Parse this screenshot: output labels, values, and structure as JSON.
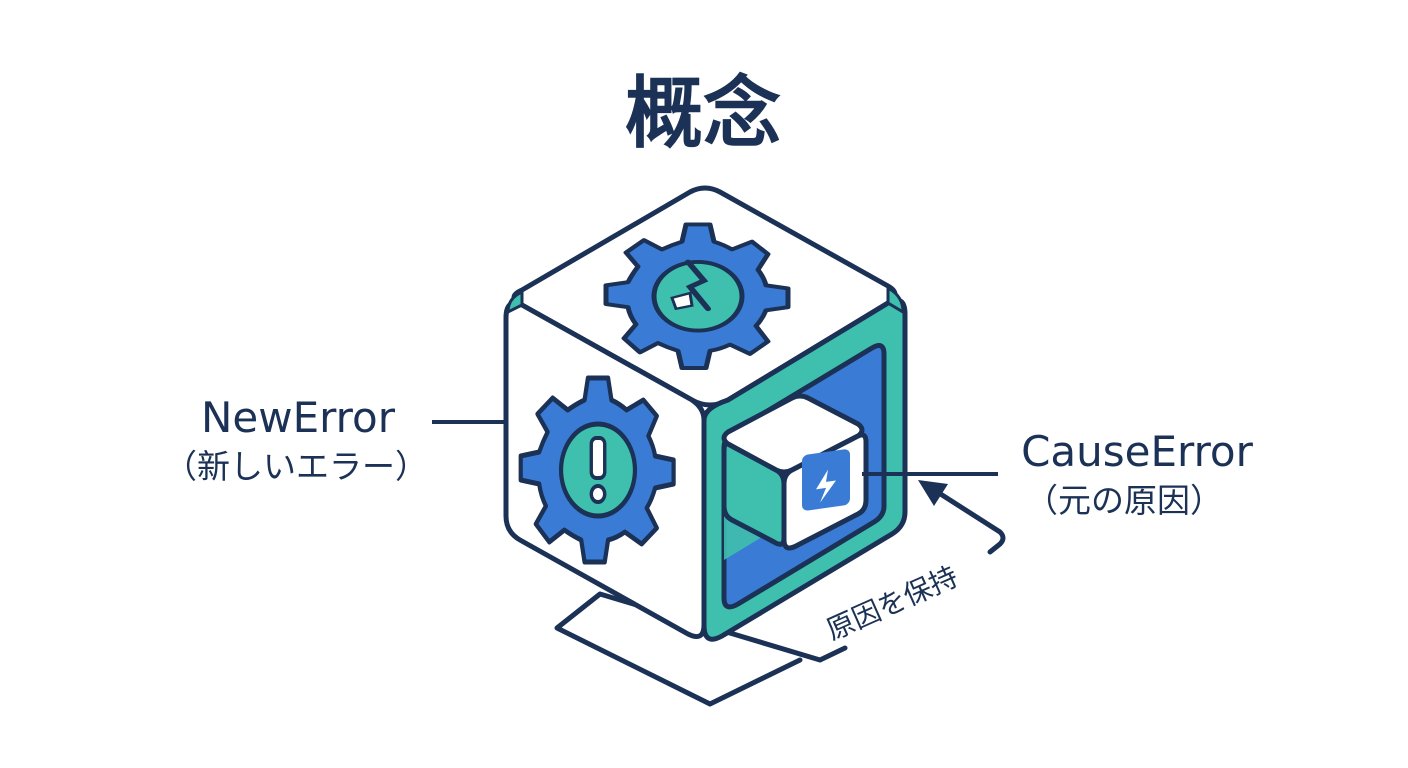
{
  "title": "概念",
  "new_error": {
    "name": "NewError",
    "description": "（新しいエラー）"
  },
  "cause_error": {
    "name": "CauseError",
    "description": "（元の原因）"
  },
  "relation_label": "原因を保持",
  "icons": {
    "top_face": "broken-gear-icon",
    "left_face": "gear-exclamation-icon",
    "inner_cube": "lightning-icon"
  },
  "colors": {
    "outline": "#1b3155",
    "blue": "#3a7bd5",
    "teal": "#3fbfad",
    "face": "#ffffff"
  }
}
